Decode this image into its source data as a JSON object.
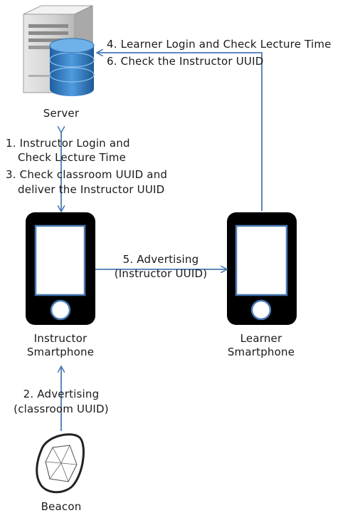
{
  "nodes": {
    "server": "Server",
    "instructor_phone": [
      "Instructor",
      "Smartphone"
    ],
    "learner_phone": [
      "Learner",
      "Smartphone"
    ],
    "beacon": "Beacon"
  },
  "steps": {
    "server_instructor": [
      "1. Instructor Login and",
      "Check Lecture Time",
      "3. Check classroom UUID and",
      "deliver the  Instructor UUID"
    ],
    "server_learner": [
      "4. Learner Login and Check Lecture Time",
      "6. Check the  Instructor UUID"
    ],
    "instructor_learner": [
      "5. Advertising",
      "(Instructor UUID)"
    ],
    "beacon_instructor": [
      "2. Advertising",
      "(classroom UUID)"
    ]
  },
  "colors": {
    "arrow": "#4a7ab5",
    "phone_body": "#000000",
    "phone_screen_border": "#4a7ab5"
  }
}
